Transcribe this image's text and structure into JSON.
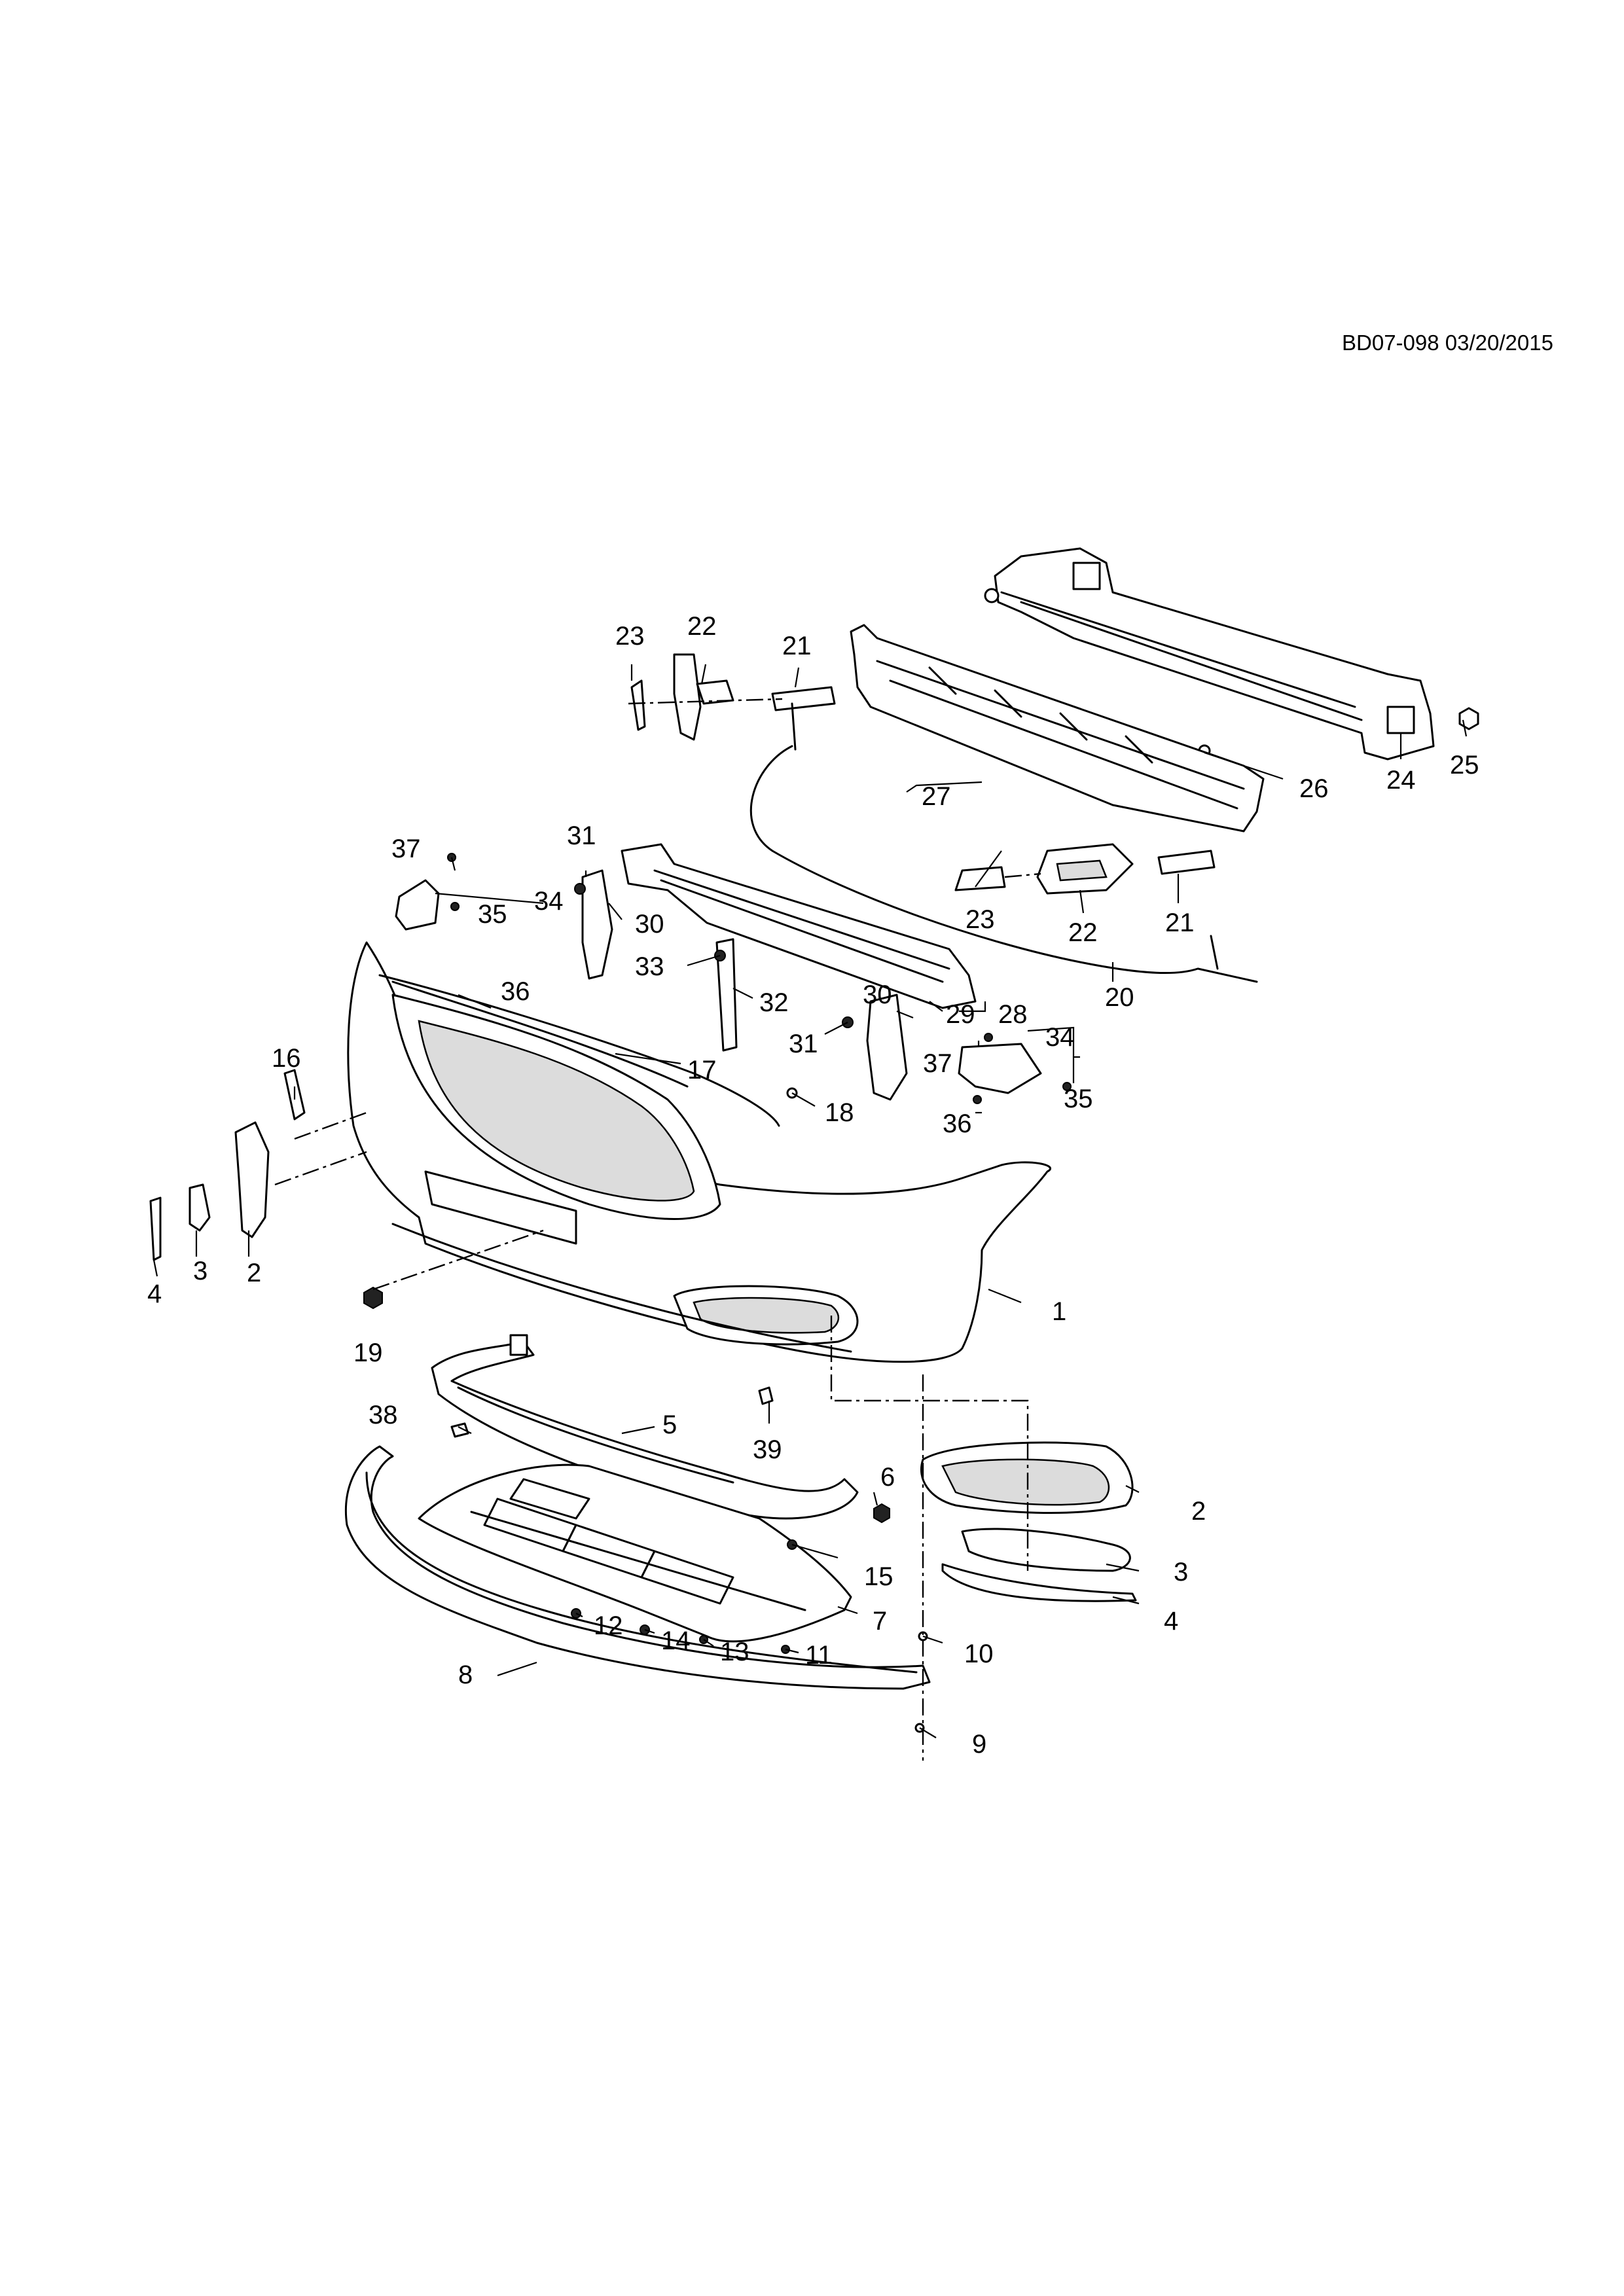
{
  "diagram_code": "BD07-098 03/20/2015",
  "callouts": {
    "c1": "1",
    "c2": "2",
    "c3": "3",
    "c4": "4",
    "c5": "5",
    "c6": "6",
    "c7": "7",
    "c8": "8",
    "c9": "9",
    "c10": "10",
    "c11": "11",
    "c12": "12",
    "c13": "13",
    "c14": "14",
    "c15": "15",
    "c16": "16",
    "c17": "17",
    "c18": "18",
    "c19": "19",
    "c20": "20",
    "c21": "21",
    "c22": "22",
    "c23": "23",
    "c24": "24",
    "c25": "25",
    "c26": "26",
    "c27": "27",
    "c28": "28",
    "c29": "29",
    "c30": "30",
    "c31": "31",
    "c32": "32",
    "c33": "33",
    "c34": "34",
    "c35": "35",
    "c36": "36",
    "c37": "37",
    "c38": "38",
    "c39": "39"
  }
}
